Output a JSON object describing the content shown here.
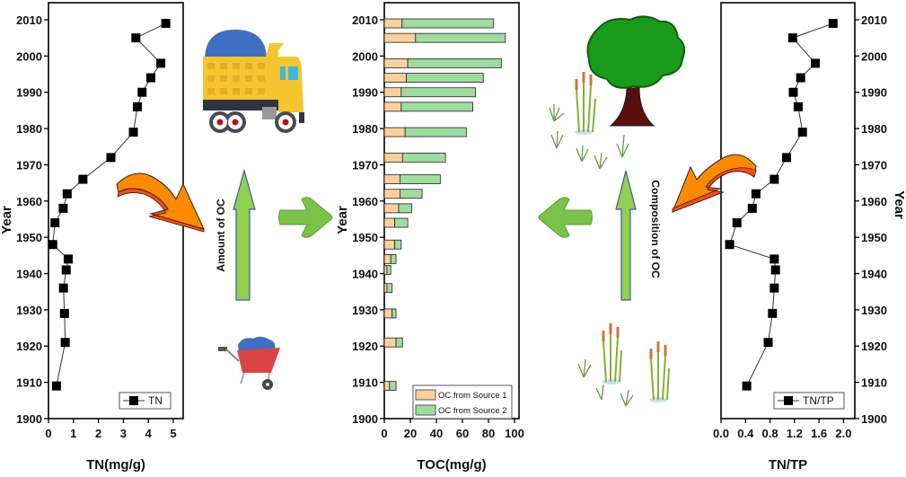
{
  "chart_data": [
    {
      "type": "line",
      "id": "tn",
      "xlabel": "TN(mg/g)",
      "ylabel": "Year",
      "xlim": [
        0,
        5.4
      ],
      "ylim": [
        1900,
        2015
      ],
      "xticks": [
        "0",
        "1",
        "2",
        "3",
        "4",
        "5"
      ],
      "yticks": [
        "1900",
        "1910",
        "1920",
        "1930",
        "1940",
        "1950",
        "1960",
        "1970",
        "1980",
        "1990",
        "2000",
        "2010"
      ],
      "legend": "bottom-right",
      "series": [
        {
          "name": "TN",
          "color": "#000000",
          "years": [
            2009,
            2005,
            1998,
            1994,
            1990,
            1986,
            1979,
            1972,
            1966,
            1962,
            1958,
            1954,
            1948,
            1944,
            1941,
            1936,
            1929,
            1921,
            1909
          ],
          "values": [
            4.7,
            3.5,
            4.5,
            4.1,
            3.75,
            3.56,
            3.4,
            2.5,
            1.38,
            0.75,
            0.59,
            0.26,
            0.17,
            0.79,
            0.71,
            0.6,
            0.64,
            0.67,
            0.32
          ]
        }
      ]
    },
    {
      "type": "bar",
      "orientation": "horizontal-stacked",
      "id": "toc",
      "xlabel": "TOC(mg/g)",
      "ylabel": "Year",
      "xlim": [
        0,
        103
      ],
      "ylim": [
        1900,
        2015
      ],
      "xticks": [
        "0",
        "20",
        "40",
        "60",
        "80",
        "100"
      ],
      "yticks": [
        "1900",
        "1910",
        "1920",
        "1930",
        "1940",
        "1950",
        "1960",
        "1970",
        "1980",
        "1990",
        "2000",
        "2010"
      ],
      "legend": "bottom-right",
      "years": [
        2009,
        2005,
        1998,
        1994,
        1990,
        1986,
        1979,
        1972,
        1966,
        1962,
        1958,
        1954,
        1948,
        1944,
        1941,
        1936,
        1929,
        1921,
        1909
      ],
      "series": [
        {
          "name": "OC from Source 1",
          "color": "#fdd09a",
          "values": [
            13.6,
            24,
            18,
            17,
            13,
            13,
            16,
            14,
            12,
            12,
            11,
            8,
            8,
            5,
            2,
            2,
            6,
            9,
            4
          ]
        },
        {
          "name": "OC from Source 2",
          "color": "#9fdca0",
          "values": [
            70.4,
            69,
            72,
            59,
            57,
            55,
            47,
            33,
            31,
            17,
            10,
            10,
            5,
            4,
            3,
            4,
            3,
            5,
            5
          ]
        }
      ]
    },
    {
      "type": "line",
      "id": "tntp",
      "xlabel": "TN/TP",
      "ylabel": "Year",
      "xlim": [
        0,
        2.2
      ],
      "ylim": [
        1900,
        2015
      ],
      "xticks": [
        "0.0",
        "0.4",
        "0.8",
        "1.2",
        "1.6",
        "2.0"
      ],
      "yticks": [
        "1900",
        "1910",
        "1920",
        "1930",
        "1940",
        "1950",
        "1960",
        "1970",
        "1980",
        "1990",
        "2000",
        "2010"
      ],
      "legend": "bottom-right",
      "series": [
        {
          "name": "TN/TP",
          "color": "#000000",
          "years": [
            2009,
            2005,
            1998,
            1994,
            1990,
            1986,
            1979,
            1972,
            1966,
            1962,
            1958,
            1954,
            1948,
            1944,
            1941,
            1936,
            1929,
            1921,
            1909
          ],
          "values": [
            1.83,
            1.17,
            1.54,
            1.3,
            1.18,
            1.26,
            1.33,
            1.07,
            0.87,
            0.57,
            0.51,
            0.26,
            0.14,
            0.87,
            0.89,
            0.87,
            0.84,
            0.77,
            0.42
          ]
        }
      ]
    }
  ],
  "annotations": {
    "amount_label": "Amount of OC",
    "composition_label": "Composition of OC"
  },
  "colors": {
    "up_arrow": "#92d050",
    "green_arrow": "#7cc24a",
    "orange_arrow": "#ff8a00",
    "tree": "#1a9a1a",
    "trunk": "#5a0e0e"
  }
}
